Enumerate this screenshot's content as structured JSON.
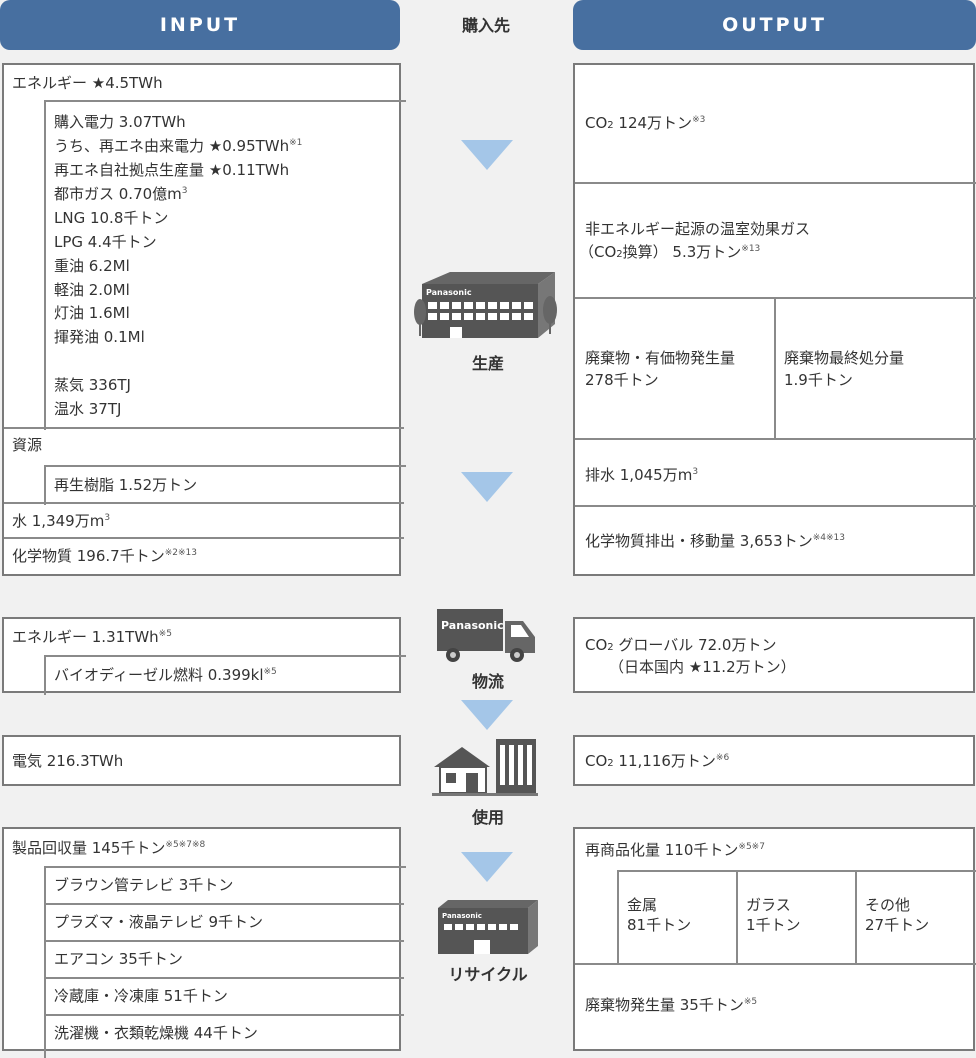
{
  "header": {
    "input": "INPUT",
    "supplier": "購入先",
    "output": "OUTPUT"
  },
  "colors": {
    "header": "#476fa0",
    "arrow": "#a4c6e8",
    "background": "#f1f1f1"
  },
  "stages": {
    "production": "生産",
    "logistics": "物流",
    "use": "使用",
    "recycle": "リサイクル"
  },
  "icons": {
    "production": "factory-icon",
    "logistics": "truck-icon",
    "use": "house-building-icon",
    "recycle": "recycle-plant-icon",
    "brand": "Panasonic"
  },
  "production_input": {
    "energy": {
      "text": "エネルギー ★4.5TWh"
    },
    "energy_items": [
      {
        "text": "購入電力 3.07TWh",
        "sup": ""
      },
      {
        "text": " うち、再エネ由来電力 ★0.95TWh",
        "sup": "※1"
      },
      {
        "text": "再エネ自社拠点生産量 ★0.11TWh",
        "sup": ""
      },
      {
        "text": "都市ガス 0.70億m",
        "sup": "3"
      },
      {
        "text": "LNG 10.8千トン",
        "sup": ""
      },
      {
        "text": "LPG 4.4千トン",
        "sup": ""
      },
      {
        "text": "重油 6.2Ml",
        "sup": ""
      },
      {
        "text": "軽油 2.0Ml",
        "sup": ""
      },
      {
        "text": "灯油 1.6Ml",
        "sup": ""
      },
      {
        "text": "揮発油 0.1Ml",
        "sup": ""
      },
      {
        "text": "蒸気 336TJ",
        "sup": ""
      },
      {
        "text": "温水 37TJ",
        "sup": ""
      }
    ],
    "resources": "資源",
    "recycled_resin": "再生樹脂 1.52万トン",
    "water": {
      "text": "水 1,349万m",
      "sup": "3"
    },
    "chemicals": {
      "text": "化学物質 196.7千トン",
      "sup": "※2※13"
    }
  },
  "production_output": {
    "co2": {
      "prefix": "CO",
      "sub": "2",
      "text": " 124万トン",
      "sup": "※3"
    },
    "ghg": {
      "line1": "非エネルギー起源の温室効果ガス",
      "line2_pre": "（CO",
      "sub": "2",
      "line2": "換算） 5.3万トン",
      "sup": "※13"
    },
    "waste": {
      "line1": "廃棄物・有価物発生量",
      "line2": "278千トン"
    },
    "landfill": {
      "line1": "廃棄物最終処分量",
      "line2": "1.9千トン"
    },
    "wastewater": {
      "text": "排水 1,045万m",
      "sup": "3"
    },
    "chem_release": {
      "text": "化学物質排出・移動量 3,653トン",
      "sup": "※4※13"
    }
  },
  "logistics_input": {
    "energy": {
      "text": "エネルギー 1.31TWh",
      "sup": "※5"
    },
    "biodiesel": {
      "text": "バイオディーゼル燃料 0.399kl",
      "sup": "※5"
    }
  },
  "logistics_output": {
    "prefix": "CO",
    "sub": "2",
    "line1": " グローバル 72.0万トン",
    "line2": "（日本国内 ★11.2万トン）"
  },
  "use_input": {
    "text": "電気 216.3TWh"
  },
  "use_output": {
    "prefix": "CO",
    "sub": "2",
    "text": " 11,116万トン",
    "sup": "※6"
  },
  "recycle_input": {
    "collected": {
      "text": "製品回収量 145千トン",
      "sup": "※5※7※8"
    },
    "items": [
      "ブラウン管テレビ 3千トン",
      "プラズマ・液晶テレビ 9千トン",
      "エアコン 35千トン",
      "冷蔵庫・冷凍庫 51千トン",
      "洗濯機・衣類乾燥機 44千トン"
    ]
  },
  "recycle_output": {
    "recommercialized": {
      "text": "再商品化量 110千トン",
      "sup": "※5※7"
    },
    "breakdown": [
      {
        "name": "金属",
        "value": "81千トン"
      },
      {
        "name": "ガラス",
        "value": "1千トン"
      },
      {
        "name": "その他",
        "value": "27千トン"
      }
    ],
    "waste": {
      "text": "廃棄物発生量 35千トン",
      "sup": "※5"
    }
  }
}
